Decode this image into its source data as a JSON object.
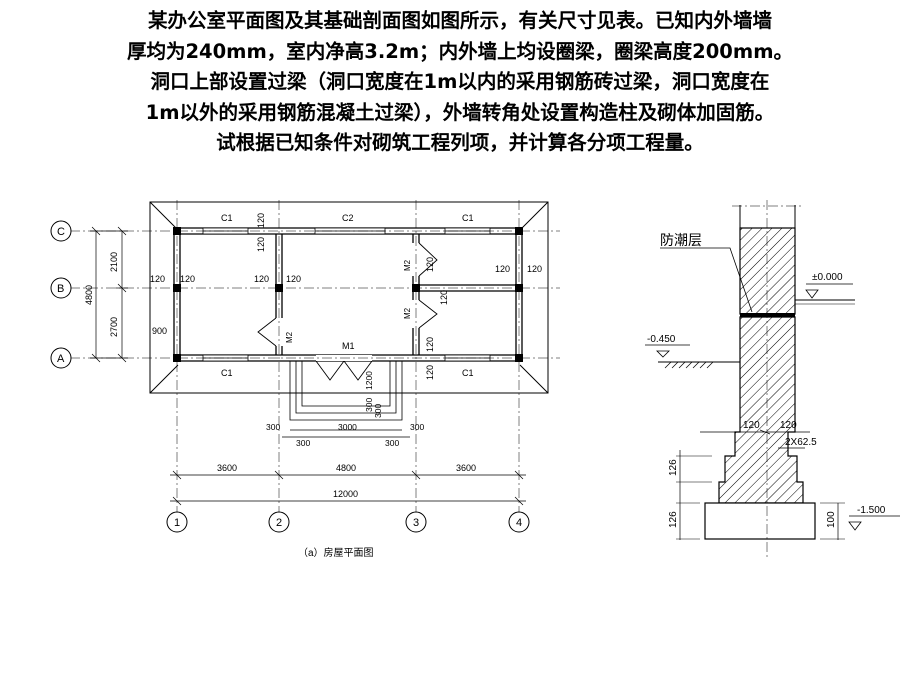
{
  "problem": {
    "lines": [
      "某办公室平面图及其基础剖面图如图所示，有关尺寸见表。已知内外墙墙",
      "厚均为240mm，室内净高3.2m；内外墙上均设圈梁，圈梁高度200mm。",
      "洞口上部设置过梁（洞口宽度在1m以内的采用钢筋砖过梁，洞口宽度在",
      "1m以外的采用钢筋混凝土过梁），外墙转角处设置构造柱及砌体加固筋。",
      "试根据已知条件对砌筑工程列项，并计算各分项工程量。"
    ]
  },
  "plan": {
    "caption": "（a）房屋平面图",
    "axes_h": [
      "1",
      "2",
      "3",
      "4"
    ],
    "axes_v": [
      "C",
      "B",
      "A"
    ],
    "bottom_dims": [
      "3600",
      "4800",
      "3600"
    ],
    "total_dim": "12000",
    "left_dims": [
      "2100",
      "2700"
    ],
    "left_total": "4800",
    "left_900": "900",
    "windows": {
      "c1": "C1",
      "c2": "C2"
    },
    "doors": {
      "m1": "M1",
      "m2": "M2"
    },
    "dim120": "120",
    "steps_dims": [
      "300",
      "300",
      "3000",
      "300",
      "300"
    ],
    "step_right_dims": [
      "1200",
      "300",
      "300"
    ]
  },
  "section": {
    "damp_proof": "防潮层",
    "elev_zero": "±0.000",
    "elev_ground": "-0.450",
    "elev_bottom": "-1.500",
    "dim_120_left": "120",
    "dim_120_right": "120",
    "step_dim": "2X62.5",
    "dim_126a": "126",
    "dim_126b": "126",
    "dim_100": "100"
  }
}
